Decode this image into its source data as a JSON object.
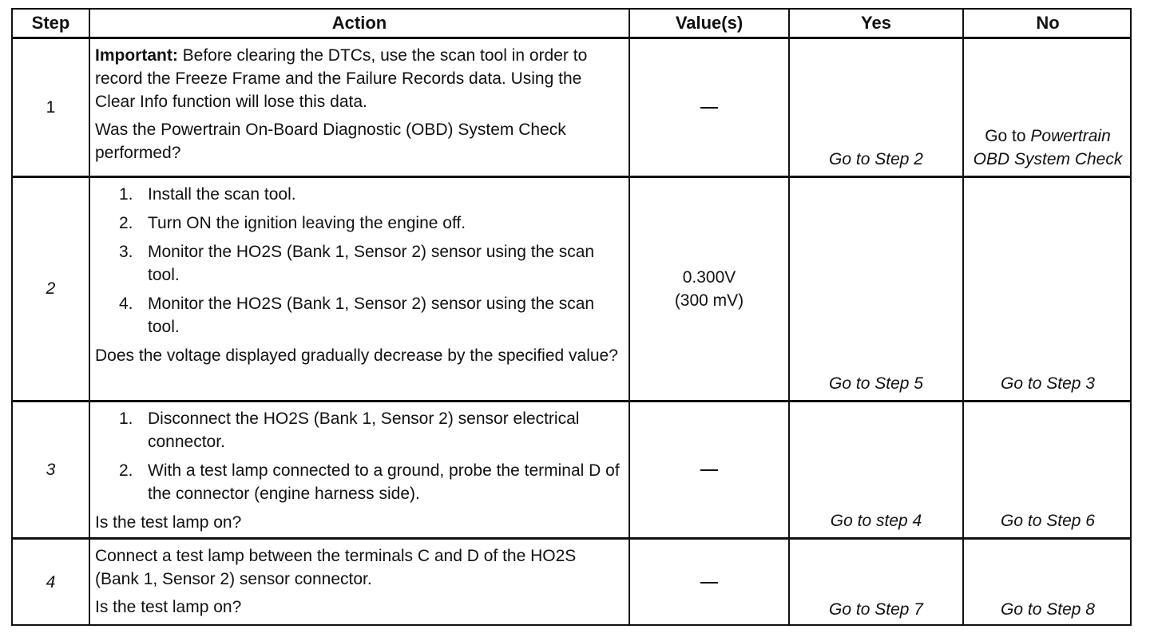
{
  "headers": {
    "step": "Step",
    "action": "Action",
    "values": "Value(s)",
    "yes": "Yes",
    "no": "No"
  },
  "rows": [
    {
      "step": "1",
      "important_label": "Important:",
      "important_text": " Before clearing the DTCs, use the scan tool in order to record the Freeze Frame and the Failure Records data. Using the Clear Info function will lose this data.",
      "question": "Was the Powertrain On-Board Diagnostic (OBD) System Check performed?",
      "value": "—",
      "yes": "Go to Step 2",
      "no_prefix": "Go to ",
      "no_italic": "Powertrain OBD System Check"
    },
    {
      "step": "2",
      "items": [
        {
          "n": "1.",
          "text": "Install the scan tool."
        },
        {
          "n": "2.",
          "text": "Turn ON the ignition leaving the engine off."
        },
        {
          "n": "3.",
          "text": "Monitor the HO2S (Bank 1, Sensor 2) sensor using the scan tool."
        },
        {
          "n": "4.",
          "text": "Monitor the HO2S (Bank 1, Sensor 2) sensor using the scan tool."
        }
      ],
      "question": "Does the voltage displayed gradually decrease by the specified value?",
      "value_line1": "0.300V",
      "value_line2": "(300 mV)",
      "yes": "Go to Step 5",
      "no": "Go to Step 3"
    },
    {
      "step": "3",
      "items": [
        {
          "n": "1.",
          "text": "Disconnect the HO2S (Bank 1, Sensor 2) sensor electrical connector."
        },
        {
          "n": "2.",
          "text": "With a test lamp connected to a ground, probe the terminal D of the connector (engine harness side)."
        }
      ],
      "question": "Is the test lamp on?",
      "value": "—",
      "yes": "Go to step 4",
      "no": "Go to Step 6"
    },
    {
      "step": "4",
      "instruction": "Connect a test lamp between the terminals C and D of the HO2S (Bank 1, Sensor 2) sensor connector.",
      "question": "Is the test lamp on?",
      "value": "—",
      "yes": "Go to Step 7",
      "no": "Go to Step 8"
    }
  ]
}
